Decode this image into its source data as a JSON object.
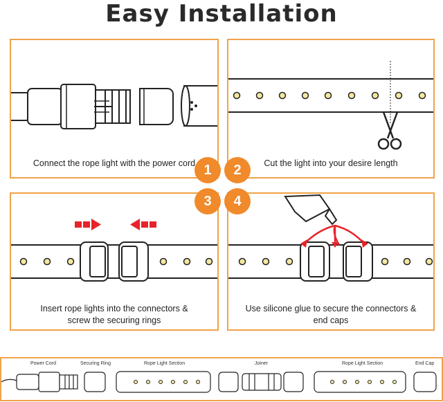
{
  "title": "Easy Installation",
  "steps": [
    {
      "number": "1",
      "caption": "Connect the rope light with the power cord"
    },
    {
      "number": "2",
      "caption": "Cut the light into your desire length"
    },
    {
      "number": "3",
      "caption_line1": "Insert rope lights into the connectors &",
      "caption_line2": "screw the securing rings"
    },
    {
      "number": "4",
      "caption_line1": "Use silicone glue to secure the connectors &",
      "caption_line2": "end caps"
    }
  ],
  "legend": {
    "power_cord": "Power Cord",
    "securing_ring": "Securing Ring",
    "rope_light_section_1": "Rope Light Section",
    "joiner": "Joiner",
    "rope_light_section_2": "Rope Light Section",
    "end_cap": "End Cap"
  },
  "colors": {
    "accent": "#f08a2a",
    "border": "#f0a24a",
    "arrow": "#e8232a",
    "led": "#f5e7a0"
  }
}
